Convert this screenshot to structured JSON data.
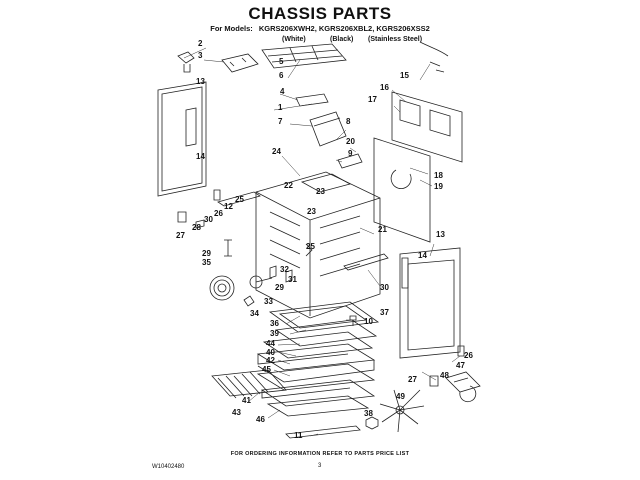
{
  "header": {
    "title": "CHASSIS PARTS",
    "models_label": "For Models:",
    "models": "KGRS206XWH2, KGRS206XBL2, KGRS206XSS2",
    "colors": [
      "(White)",
      "(Black)",
      "(Stainless Steel)"
    ]
  },
  "callouts": [
    {
      "id": "c2a",
      "label": "2"
    },
    {
      "id": "c3a",
      "label": "3"
    },
    {
      "id": "c5",
      "label": "5"
    },
    {
      "id": "c6",
      "label": "6"
    },
    {
      "id": "c13a",
      "label": "13"
    },
    {
      "id": "c14",
      "label": "14"
    },
    {
      "id": "c4",
      "label": "4"
    },
    {
      "id": "c1",
      "label": "1"
    },
    {
      "id": "c7",
      "label": "7"
    },
    {
      "id": "c8",
      "label": "8"
    },
    {
      "id": "c20",
      "label": "20"
    },
    {
      "id": "c9",
      "label": "9"
    },
    {
      "id": "c24",
      "label": "24"
    },
    {
      "id": "c22",
      "label": "22"
    },
    {
      "id": "c25a",
      "label": "25"
    },
    {
      "id": "c12",
      "label": "12"
    },
    {
      "id": "c26a",
      "label": "26"
    },
    {
      "id": "c30a",
      "label": "30"
    },
    {
      "id": "c28",
      "label": "28"
    },
    {
      "id": "c27a",
      "label": "27"
    },
    {
      "id": "c23a",
      "label": "23"
    },
    {
      "id": "c23b",
      "label": "23"
    },
    {
      "id": "c21",
      "label": "21"
    },
    {
      "id": "c25b",
      "label": "25"
    },
    {
      "id": "c29",
      "label": "29"
    },
    {
      "id": "c35",
      "label": "35"
    },
    {
      "id": "c32",
      "label": "32"
    },
    {
      "id": "c31",
      "label": "31"
    },
    {
      "id": "c39a",
      "label": "29"
    },
    {
      "id": "c33",
      "label": "33"
    },
    {
      "id": "c34",
      "label": "34"
    },
    {
      "id": "c36",
      "label": "36"
    },
    {
      "id": "c39",
      "label": "39"
    },
    {
      "id": "c44",
      "label": "44"
    },
    {
      "id": "c40",
      "label": "40"
    },
    {
      "id": "c42",
      "label": "42"
    },
    {
      "id": "c45",
      "label": "45"
    },
    {
      "id": "c41",
      "label": "41"
    },
    {
      "id": "c43",
      "label": "43"
    },
    {
      "id": "c46",
      "label": "46"
    },
    {
      "id": "c11",
      "label": "11"
    },
    {
      "id": "c15",
      "label": "15"
    },
    {
      "id": "c16",
      "label": "16"
    },
    {
      "id": "c17",
      "label": "17"
    },
    {
      "id": "c18",
      "label": "18"
    },
    {
      "id": "c19",
      "label": "19"
    },
    {
      "id": "c13b",
      "label": "13"
    },
    {
      "id": "c14b",
      "label": "14"
    },
    {
      "id": "c30b",
      "label": "30"
    },
    {
      "id": "c37",
      "label": "37"
    },
    {
      "id": "c10",
      "label": "10"
    },
    {
      "id": "c26b",
      "label": "26"
    },
    {
      "id": "c47",
      "label": "47"
    },
    {
      "id": "c48",
      "label": "48"
    },
    {
      "id": "c27b",
      "label": "27"
    },
    {
      "id": "c49",
      "label": "49"
    },
    {
      "id": "c38",
      "label": "38"
    }
  ],
  "footer": {
    "note": "FOR ORDERING INFORMATION REFER TO PARTS PRICE LIST",
    "doc_number": "W10402480",
    "page_number": "3"
  }
}
